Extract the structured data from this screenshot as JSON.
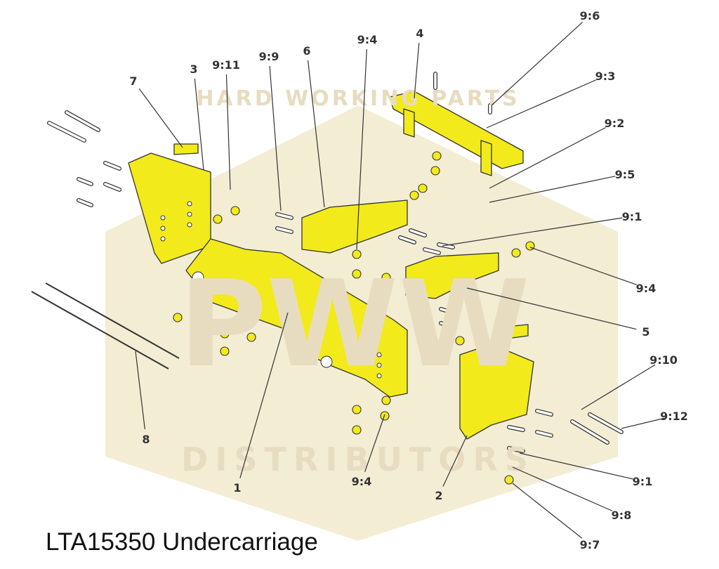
{
  "title": "LTA15350 Undercarriage",
  "watermark": {
    "top_text": "HARD WORKING PARTS",
    "logo_text": "PWW",
    "bottom_text": "DISTRIBUTORS"
  },
  "colors": {
    "part": "#f2ea1b",
    "line": "#333333",
    "watermark": "#eadfb0"
  },
  "callouts": [
    {
      "id": "c1",
      "label": "9:6"
    },
    {
      "id": "c2",
      "label": "9:3"
    },
    {
      "id": "c3",
      "label": "9:2"
    },
    {
      "id": "c4",
      "label": "9:5"
    },
    {
      "id": "c5",
      "label": "9:1"
    },
    {
      "id": "c6",
      "label": "9:4"
    },
    {
      "id": "c7",
      "label": "5"
    },
    {
      "id": "c8",
      "label": "9:10"
    },
    {
      "id": "c9",
      "label": "9:12"
    },
    {
      "id": "c10",
      "label": "9:1"
    },
    {
      "id": "c11",
      "label": "9:8"
    },
    {
      "id": "c12",
      "label": "9:7"
    },
    {
      "id": "c13",
      "label": "2"
    },
    {
      "id": "c14",
      "label": "9:4"
    },
    {
      "id": "c15",
      "label": "1"
    },
    {
      "id": "c16",
      "label": "8"
    },
    {
      "id": "c17",
      "label": "7"
    },
    {
      "id": "c18",
      "label": "3"
    },
    {
      "id": "c19",
      "label": "9:11"
    },
    {
      "id": "c20",
      "label": "9:9"
    },
    {
      "id": "c21",
      "label": "6"
    },
    {
      "id": "c22",
      "label": "9:4"
    },
    {
      "id": "c23",
      "label": "4"
    }
  ]
}
